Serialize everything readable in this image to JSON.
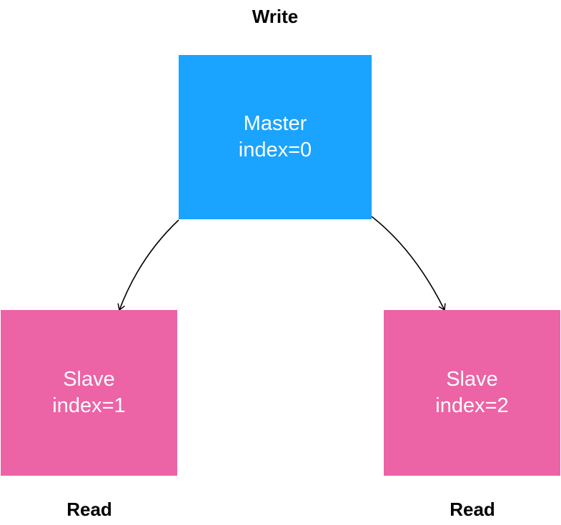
{
  "labels": {
    "write": "Write",
    "read_left": "Read",
    "read_right": "Read"
  },
  "nodes": {
    "master": {
      "role": "Master",
      "index": "index=0",
      "color": "#1aa3ff"
    },
    "slave_1": {
      "role": "Slave",
      "index": "index=1",
      "color": "#ec63a6"
    },
    "slave_2": {
      "role": "Slave",
      "index": "index=2",
      "color": "#ec63a6"
    }
  },
  "edges": [
    {
      "from": "master",
      "to": "slave_1"
    },
    {
      "from": "master",
      "to": "slave_2"
    }
  ]
}
